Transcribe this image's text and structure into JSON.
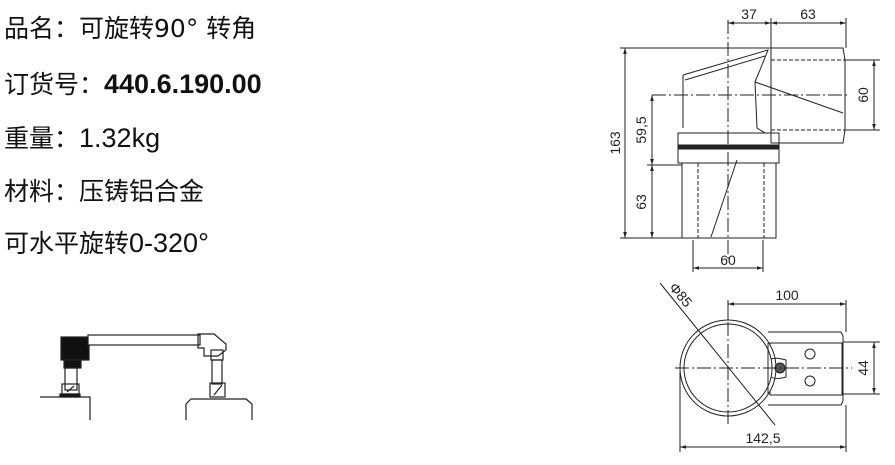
{
  "specs": [
    {
      "label": "品名：",
      "value": "可旋转90° 转角"
    },
    {
      "label": "订货号：",
      "value": "440.6.190.00"
    },
    {
      "label": "重量：",
      "value": "1.32kg"
    },
    {
      "label": "材料：",
      "value": "压铸铝合金"
    },
    {
      "label": "可水平旋转",
      "value": "0-320°"
    }
  ],
  "front_view": {
    "dims": {
      "top_left": "37",
      "top_right": "63",
      "pipe_diameter": "60",
      "total_height": "163",
      "upper_height": "59,5",
      "lower_height": "63",
      "bottom_width": "60"
    }
  },
  "top_view": {
    "dims": {
      "diameter": "Φ85",
      "length": "100",
      "width": "44",
      "total_length": "142,5"
    }
  }
}
